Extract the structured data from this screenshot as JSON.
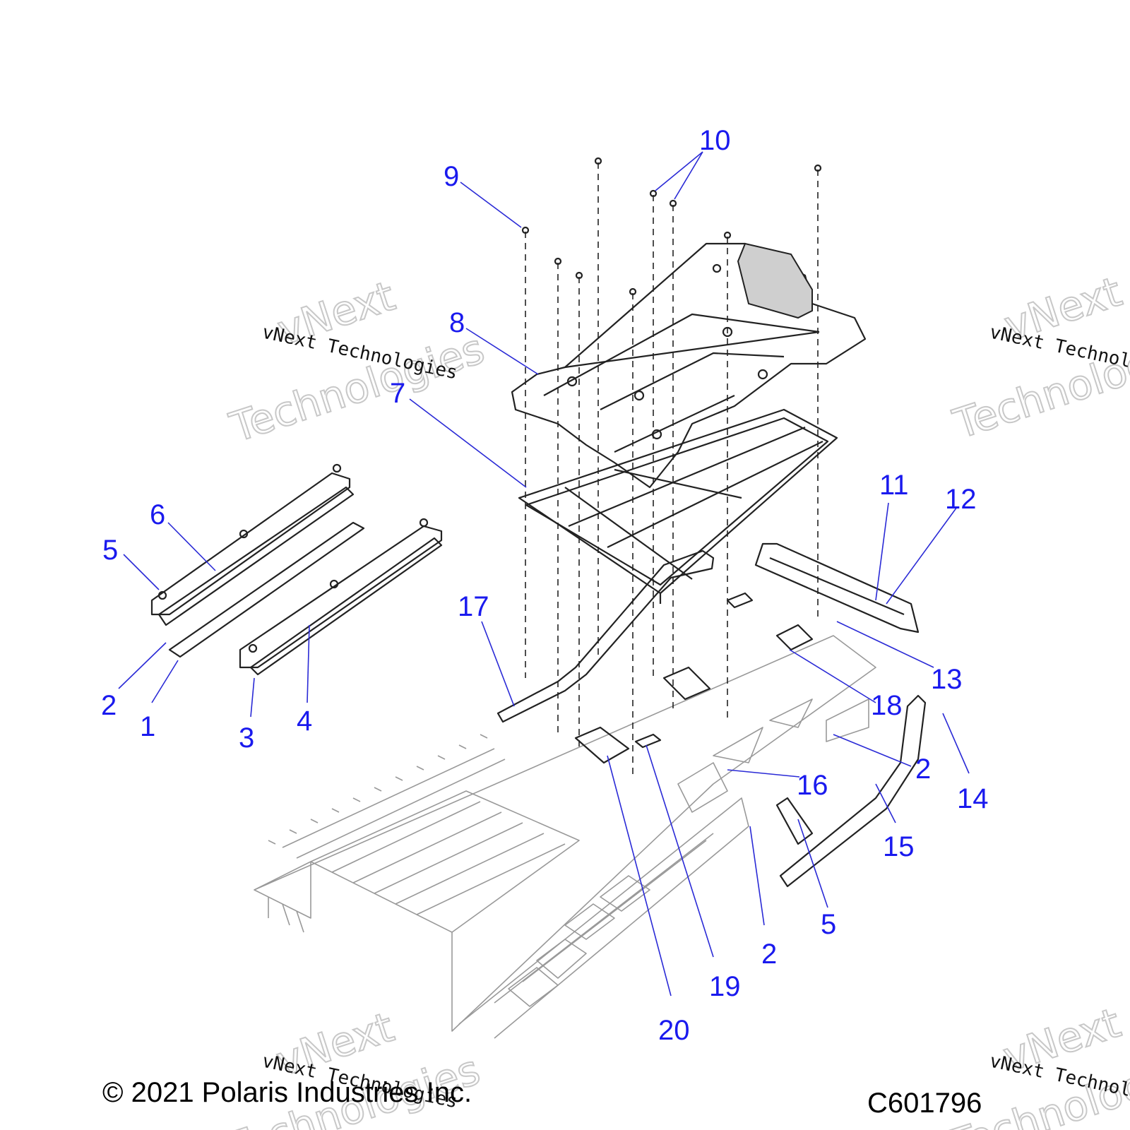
{
  "callouts": {
    "c1": "1",
    "c2a": "2",
    "c2b": "2",
    "c2c": "2",
    "c3": "3",
    "c4": "4",
    "c5a": "5",
    "c5b": "5",
    "c6": "6",
    "c7": "7",
    "c8": "8",
    "c9": "9",
    "c10": "10",
    "c11": "11",
    "c12": "12",
    "c13": "13",
    "c14": "14",
    "c15": "15",
    "c16": "16",
    "c17": "17",
    "c18": "18",
    "c19": "19",
    "c20": "20"
  },
  "watermark": {
    "line": "vNext Technologies",
    "big1": "vNext",
    "big2": "Technologies"
  },
  "footer": {
    "copyright": "© 2021 Polaris Industries Inc.",
    "drawing_number": "C601796"
  },
  "colors": {
    "callout": "#1a1aee",
    "line_art": "#222222"
  }
}
